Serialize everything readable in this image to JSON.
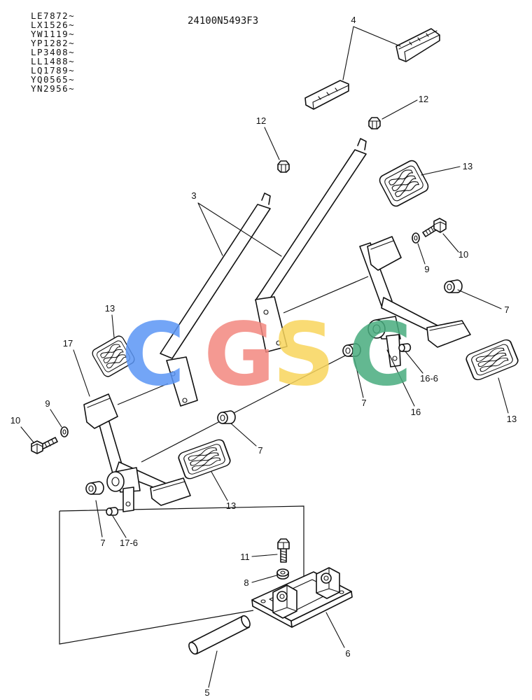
{
  "document": {
    "title": "24100N5493F3"
  },
  "serials": [
    "LE7872~",
    "LX1526~",
    "YW1119~",
    "YP1282~",
    "LP3408~",
    "LL1488~",
    "LQ1789~",
    "YQ0565~",
    "YN2956~"
  ],
  "watermark": {
    "letters": [
      "C",
      "G",
      "S",
      "C"
    ],
    "colors": [
      "#5a95f5",
      "#f2877f",
      "#f8d55c",
      "#48ab7e"
    ]
  },
  "callouts": {
    "c4": "4",
    "c12_right": "12",
    "c12_left": "12",
    "c13_top_right": "13",
    "c3": "3",
    "c10_right": "10",
    "c9_right": "9",
    "c7_right": "7",
    "c13_left": "13",
    "c17": "17",
    "c16_6": "16-6",
    "c7_mid_right": "7",
    "c16": "16",
    "c9_left": "9",
    "c13_bottom_right": "13",
    "c10_left": "10",
    "c7_mid_left": "7",
    "c13_bottom_mid": "13",
    "c7_left": "7",
    "c17_6": "17-6",
    "c11": "11",
    "c8": "8",
    "c6": "6",
    "c5": "5"
  },
  "colors": {
    "line": "#111111",
    "background": "#ffffff"
  }
}
